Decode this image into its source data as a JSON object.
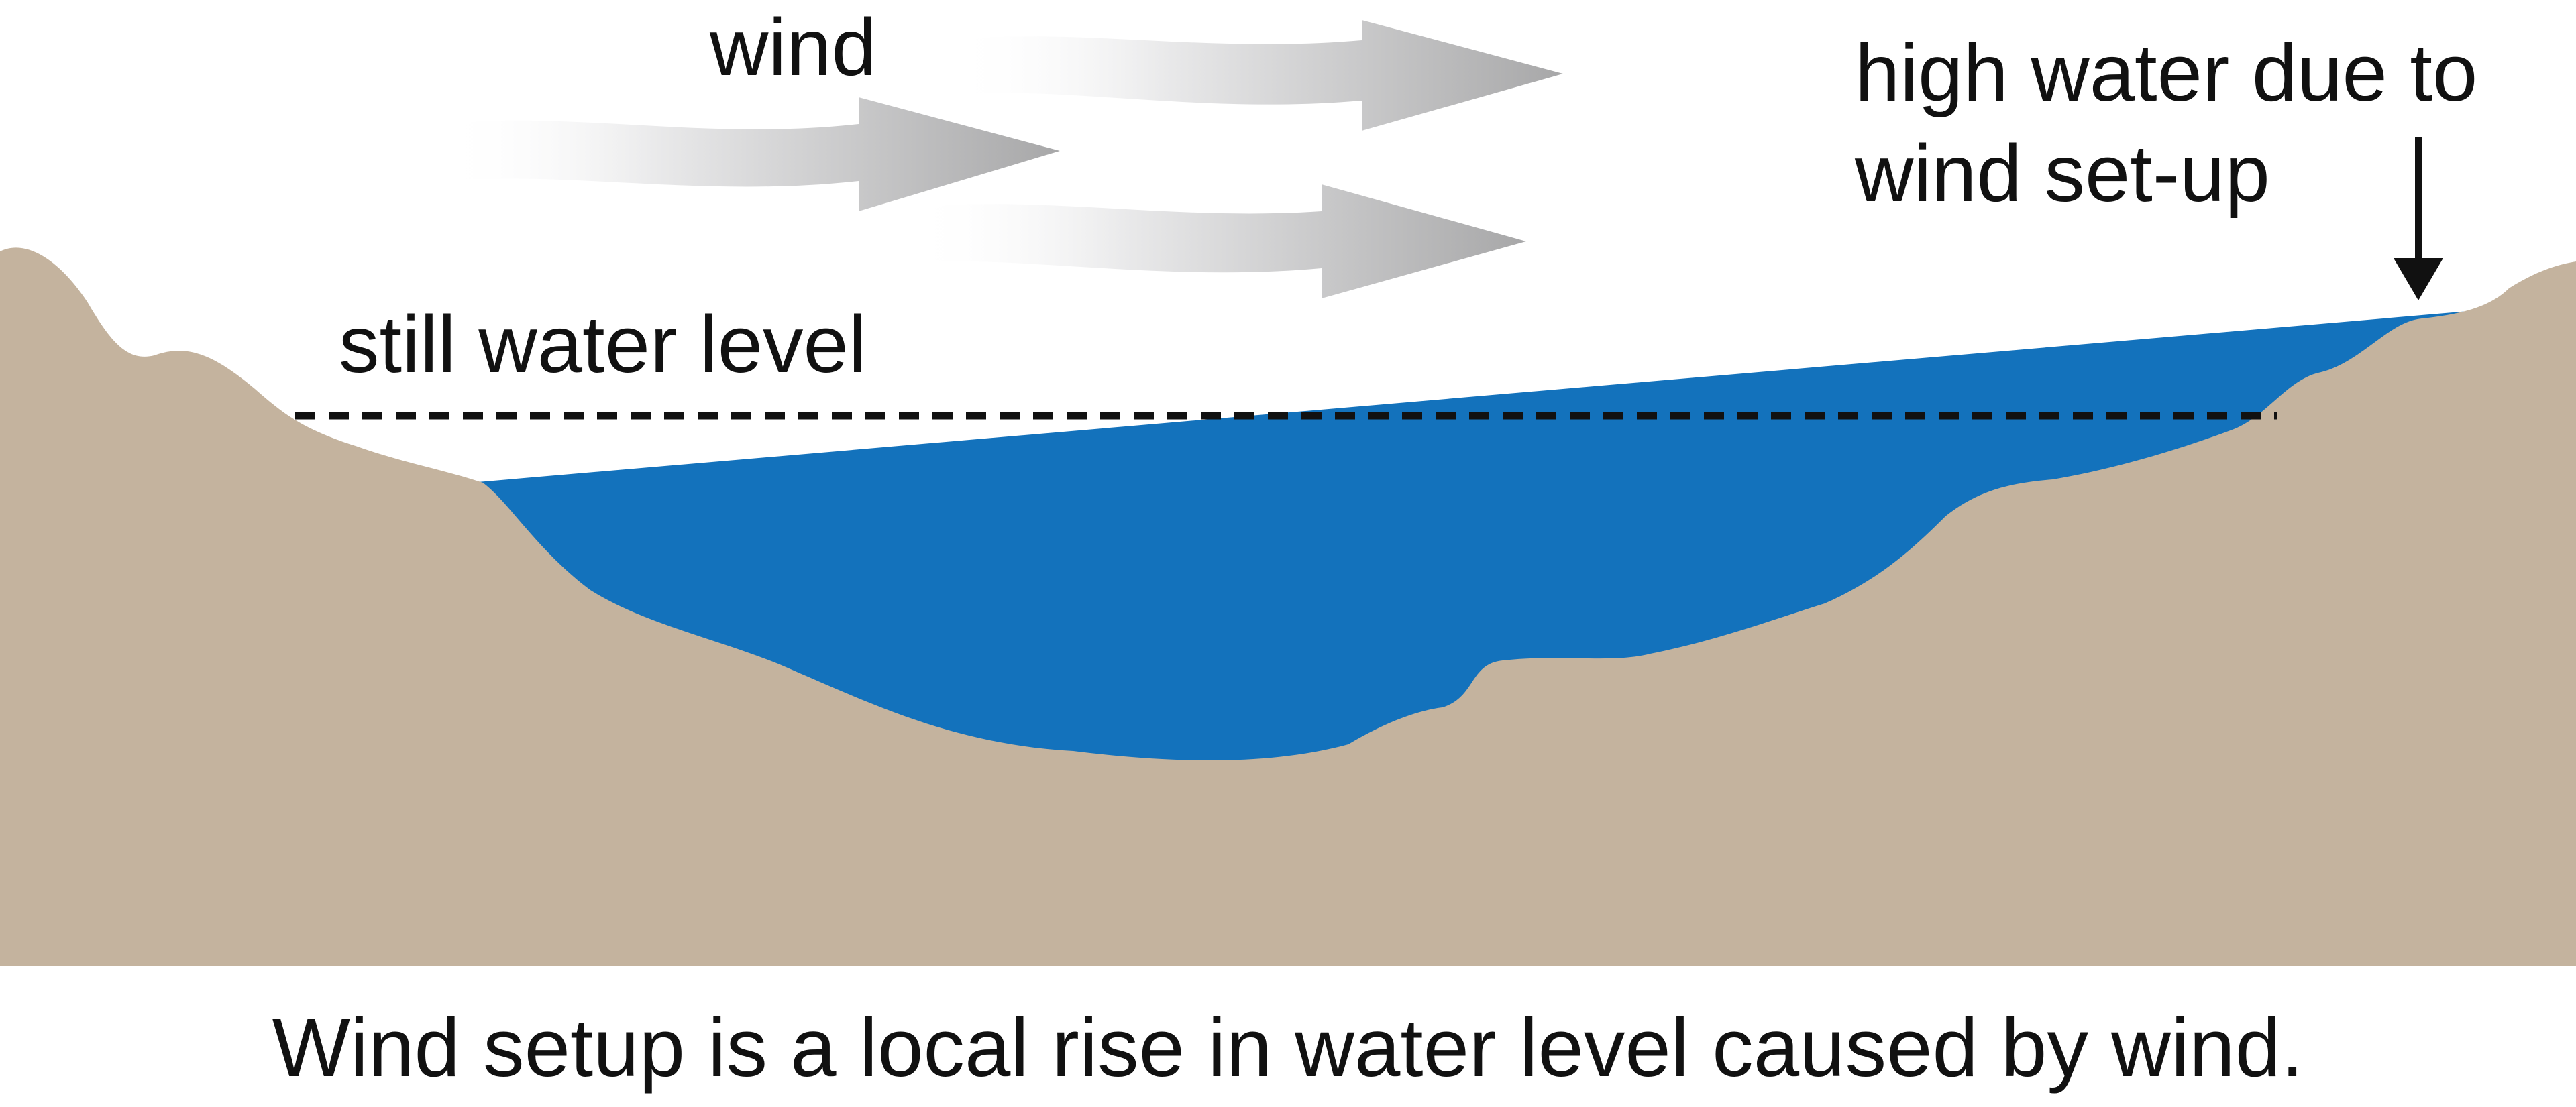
{
  "labels": {
    "wind": "wind",
    "still_water_level": "still water level",
    "high_water_line1": "high water due to",
    "high_water_line2": "wind set-up"
  },
  "caption": "Wind setup is a local rise in water level caused by wind.",
  "colors": {
    "ground": "#c4b39e",
    "water": "#1372bc",
    "text": "#111111",
    "wind_arrow_tail": "#ffffff",
    "wind_arrow_head": "#a7a7a8",
    "still_water_line": "#111111",
    "pointer_arrow": "#111111"
  },
  "icons": {
    "wind_arrows": "wind-arrow-icon",
    "pointer": "down-arrow-icon"
  }
}
